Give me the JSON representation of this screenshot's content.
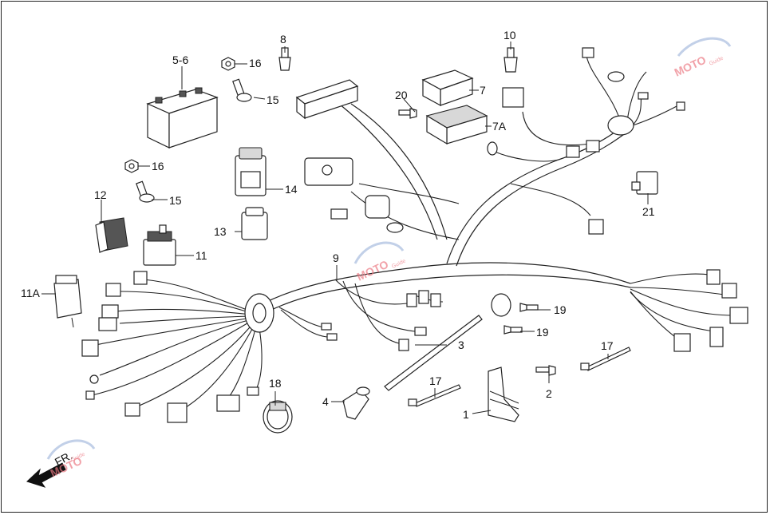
{
  "labels": {
    "p1": "1",
    "p2": "2",
    "p3": "3",
    "p4": "4",
    "p5_6": "5-6",
    "p7": "7",
    "p7a": "7A",
    "p8": "8",
    "p9": "9",
    "p10": "10",
    "p11": "11",
    "p11a": "11A",
    "p12": "12",
    "p13": "13",
    "p14": "14",
    "p15a": "15",
    "p15b": "15",
    "p16a": "16",
    "p16b": "16",
    "p17a": "17",
    "p17b": "17",
    "p18": "18",
    "p19a": "19",
    "p19b": "19",
    "p20": "20",
    "p21": "21"
  },
  "direction": {
    "text": "FR."
  },
  "watermark": {
    "brand": "MOTO",
    "sub": "Guide"
  },
  "colors": {
    "line": "#222222",
    "watermark": "#ec7a84",
    "fill": "#ffffff"
  }
}
